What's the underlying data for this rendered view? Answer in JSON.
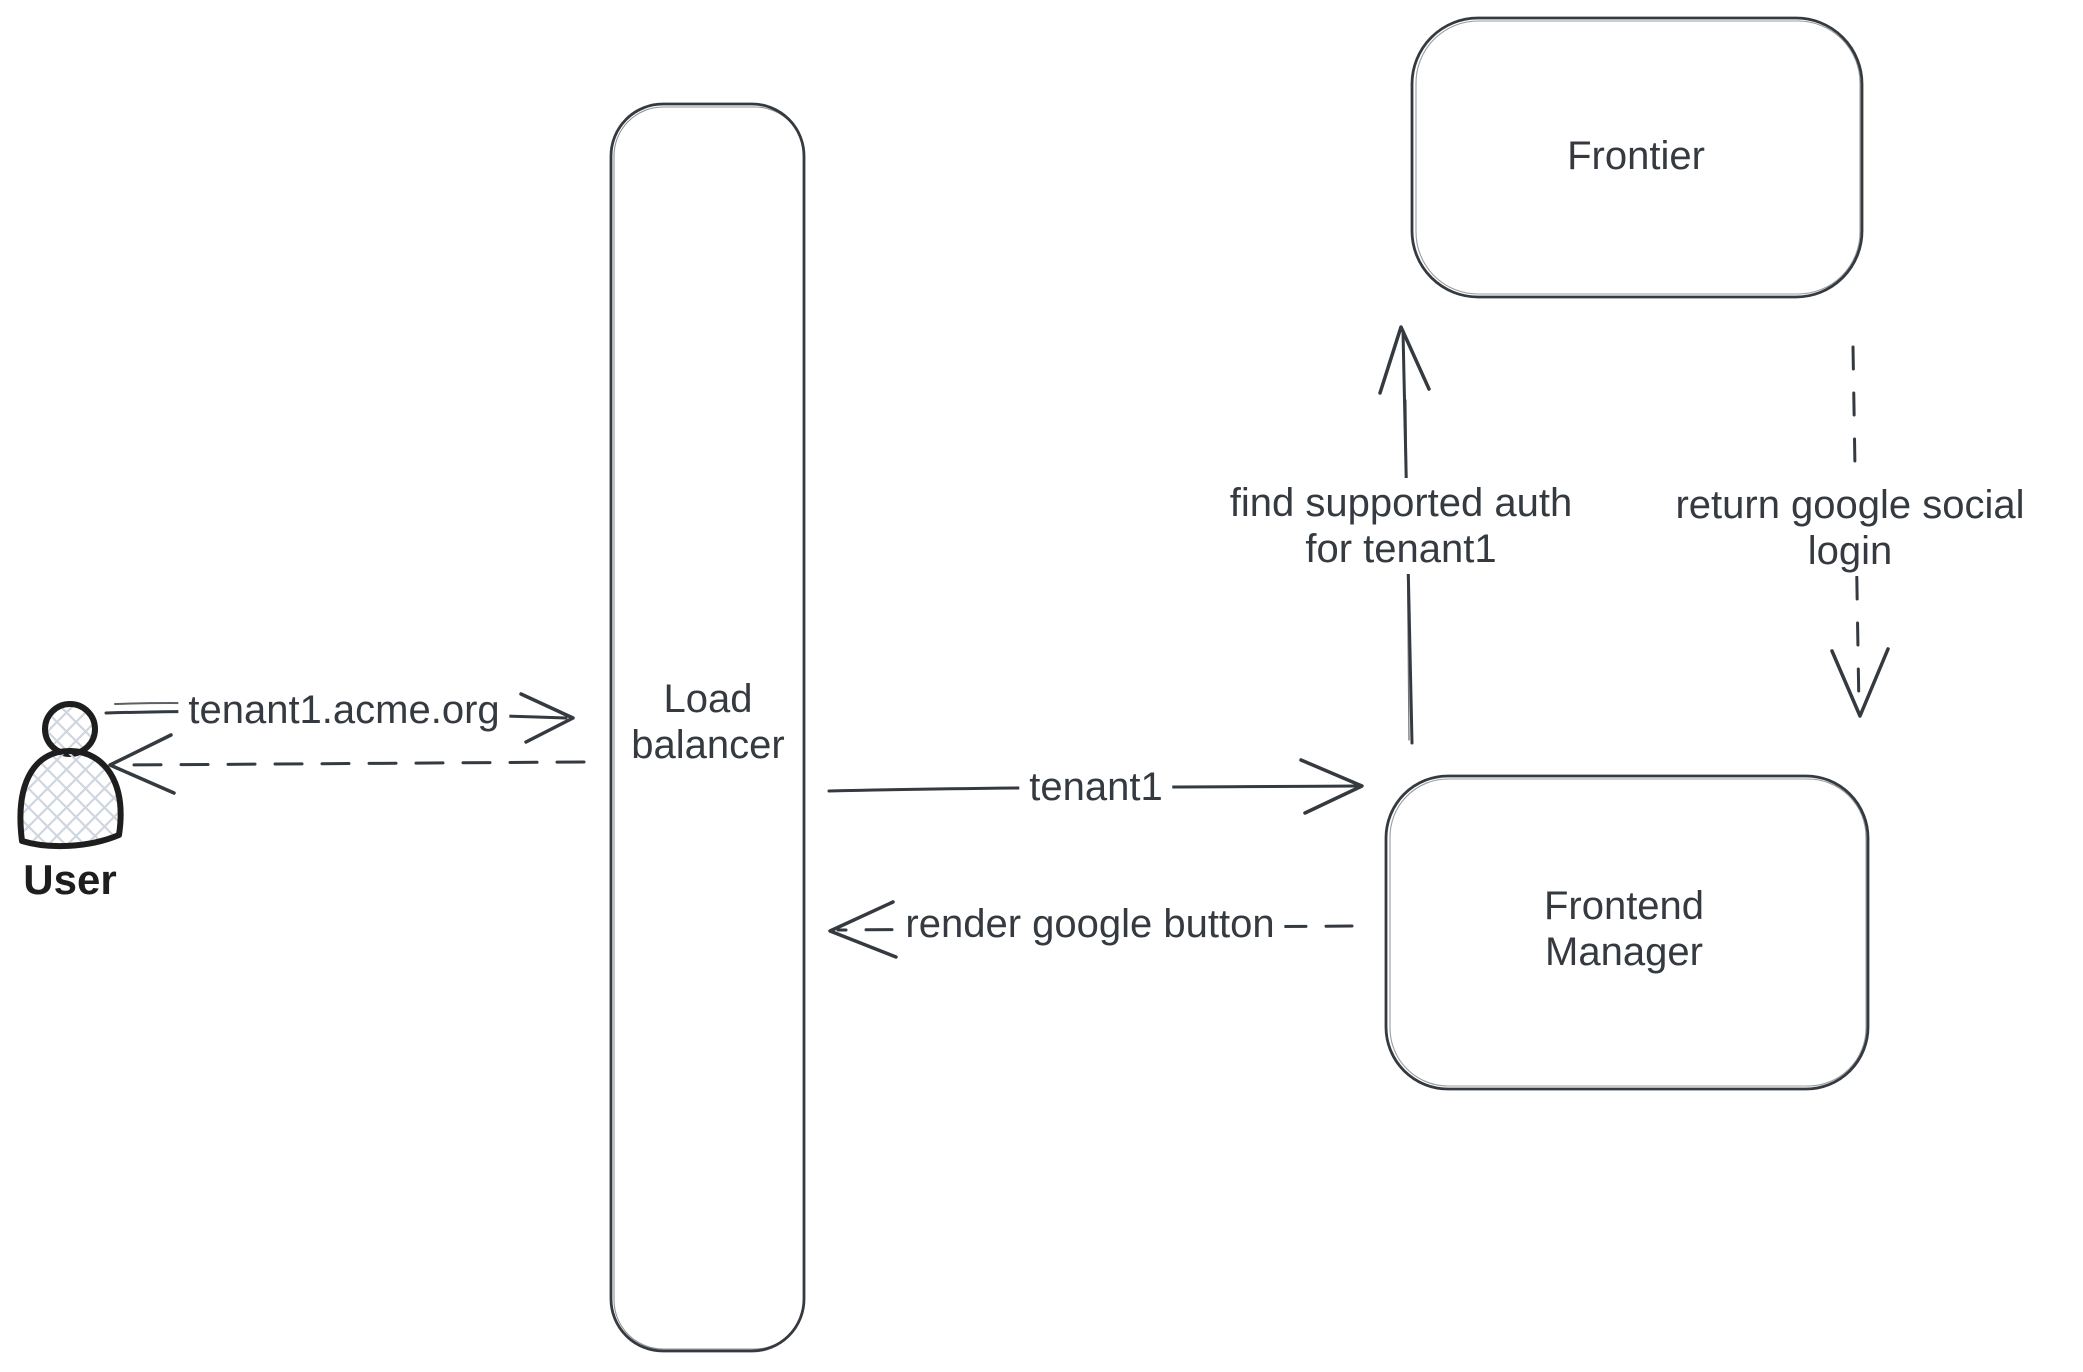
{
  "diagram": {
    "background": "#ffffff",
    "stroke_color": "#343a40",
    "actor_stroke_color": "#1e1e1e",
    "actor_hatch_color": "#cfd6de",
    "nodes": {
      "user": {
        "label": "User",
        "type": "actor"
      },
      "load_balancer": {
        "label": "Load balancer",
        "lines": [
          "Load",
          "balancer"
        ],
        "type": "container"
      },
      "frontier": {
        "label": "Frontier",
        "type": "box"
      },
      "frontend_manager": {
        "label": "Frontend Manager",
        "lines": [
          "Frontend",
          "Manager"
        ],
        "type": "box"
      }
    },
    "edges": {
      "user_request": {
        "label": "tenant1.acme.org",
        "style": "solid-arrow-right"
      },
      "response_to_user": {
        "label": "",
        "style": "dashed-arrow-left"
      },
      "lb_to_frontend_manager": {
        "label": "tenant1",
        "style": "solid-arrow-right"
      },
      "frontend_manager_to_lb": {
        "label": "render google button",
        "style": "dashed-arrow-left"
      },
      "frontend_manager_to_frontier": {
        "label": "find supported auth for tenant1",
        "lines": [
          "find supported auth",
          "for tenant1"
        ],
        "style": "solid-arrow-up"
      },
      "frontier_to_frontend_manager": {
        "label": "return google social login",
        "lines": [
          "return google social",
          "login"
        ],
        "style": "dashed-arrow-down"
      }
    }
  }
}
